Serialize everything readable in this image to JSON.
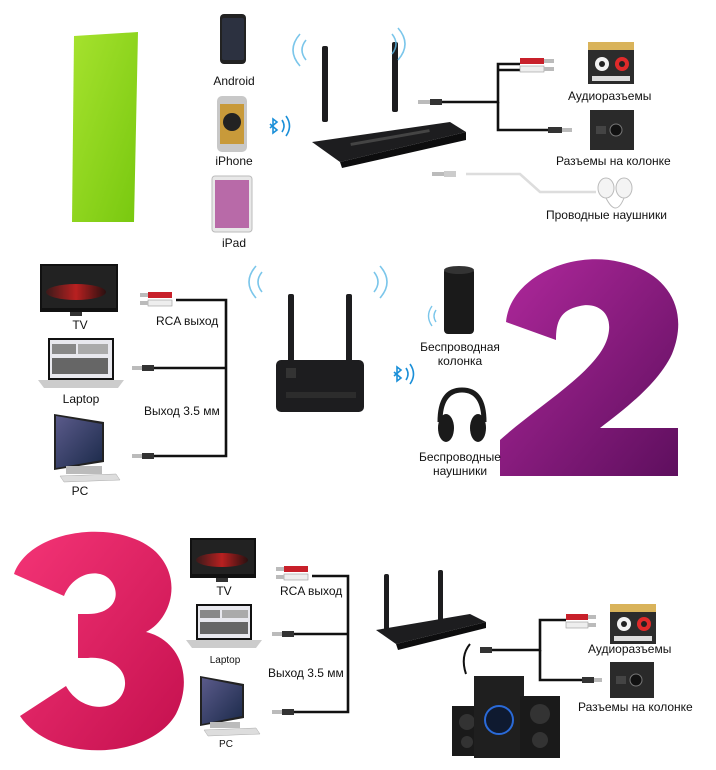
{
  "section1": {
    "number": "1",
    "sources": [
      {
        "icon": "android-phone-icon",
        "label": "Android"
      },
      {
        "icon": "iphone-icon",
        "label": "iPhone"
      },
      {
        "icon": "ipad-icon",
        "label": "iPad"
      }
    ],
    "outputs": [
      {
        "icon": "audio-jacks-icon",
        "label": "Аудиоразъемы"
      },
      {
        "icon": "speaker-jacks-icon",
        "label": "Разъемы на колонке"
      },
      {
        "icon": "wired-earphones-icon",
        "label": "Проводные наушники"
      }
    ]
  },
  "section2": {
    "number": "2",
    "sources": [
      {
        "icon": "tv-icon",
        "label": "TV"
      },
      {
        "icon": "laptop-icon",
        "label": "Laptop"
      },
      {
        "icon": "pc-icon",
        "label": "PC"
      }
    ],
    "connections": {
      "rca": "RCA выход",
      "jack": "Выход 3.5 мм"
    },
    "outputs": [
      {
        "icon": "wireless-speaker-icon",
        "label_line1": "Беспроводная",
        "label_line2": "колонка"
      },
      {
        "icon": "wireless-headphones-icon",
        "label_line1": "Беспроводные",
        "label_line2": "наушники"
      }
    ]
  },
  "section3": {
    "number": "3",
    "sources": [
      {
        "icon": "tv-icon",
        "label": "TV"
      },
      {
        "icon": "laptop-icon",
        "label": "Laptop"
      },
      {
        "icon": "pc-icon",
        "label": "PC"
      }
    ],
    "connections": {
      "rca": "RCA выход",
      "jack": "Выход 3.5 мм"
    },
    "outputs": [
      {
        "icon": "audio-jacks-icon",
        "label": "Аудиоразъемы"
      },
      {
        "icon": "speaker-jacks-icon",
        "label": "Разъемы на колонке"
      }
    ]
  },
  "colors": {
    "one": "#8ed61e",
    "two": "#8e1e86",
    "three": "#e8195e",
    "cable": "#111111",
    "device": "#1d1d1f"
  }
}
